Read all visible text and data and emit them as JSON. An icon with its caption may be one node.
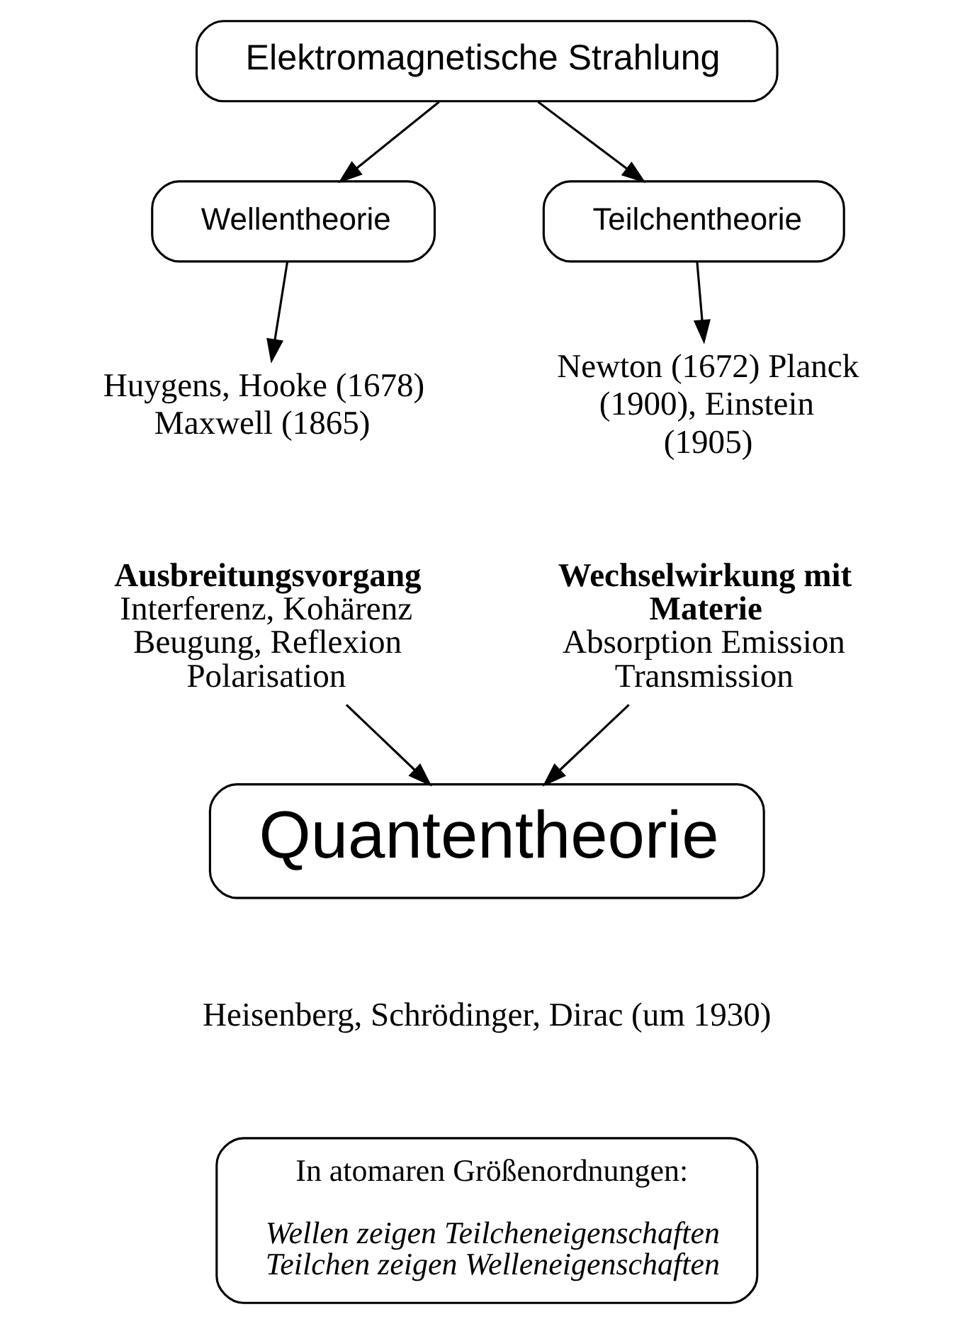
{
  "diagram": {
    "nodes": [
      {
        "text": [
          "Elektromagnetische Strahlung"
        ]
      },
      {
        "text": [
          "Wellentheorie"
        ]
      },
      {
        "text": [
          "Teilchentheorie"
        ]
      },
      {
        "text": [
          "Huygens, Hooke (1678) Maxwell (1865)"
        ]
      },
      {
        "text": [
          "Newton (1672) Planck (1900), Einstein (1905)"
        ]
      },
      {
        "text": [
          "Ausbreitungsvorgang",
          "Interferenz, Kohärenz Beugung, Reflexion Polarisation"
        ]
      },
      {
        "text": [
          "Wechselwirkung mit Materie",
          "Absorption Emission Transmission"
        ]
      },
      {
        "text": [
          "Quantentheorie"
        ],
        "beside": [
          "Heisenberg, Schrödinger, Dirac (um 1930)"
        ]
      },
      {
        "text": [
          "In atomaren Größenordnungen:",
          "Wellen zeigen Teilcheneigenschaften Teilchen zeigen Welleneigenschaften"
        ]
      }
    ],
    "edges": [
      {
        "from": 0,
        "to": 1,
        "arrow": "to"
      },
      {
        "from": 0,
        "to": 2,
        "arrow": "to"
      },
      {
        "from": 1,
        "to": 3,
        "arrow": "to"
      },
      {
        "from": 2,
        "to": 4,
        "arrow": "to"
      },
      {
        "from": 5,
        "to": 7,
        "arrow": "to"
      },
      {
        "from": 6,
        "to": 7,
        "arrow": "to"
      }
    ]
  }
}
